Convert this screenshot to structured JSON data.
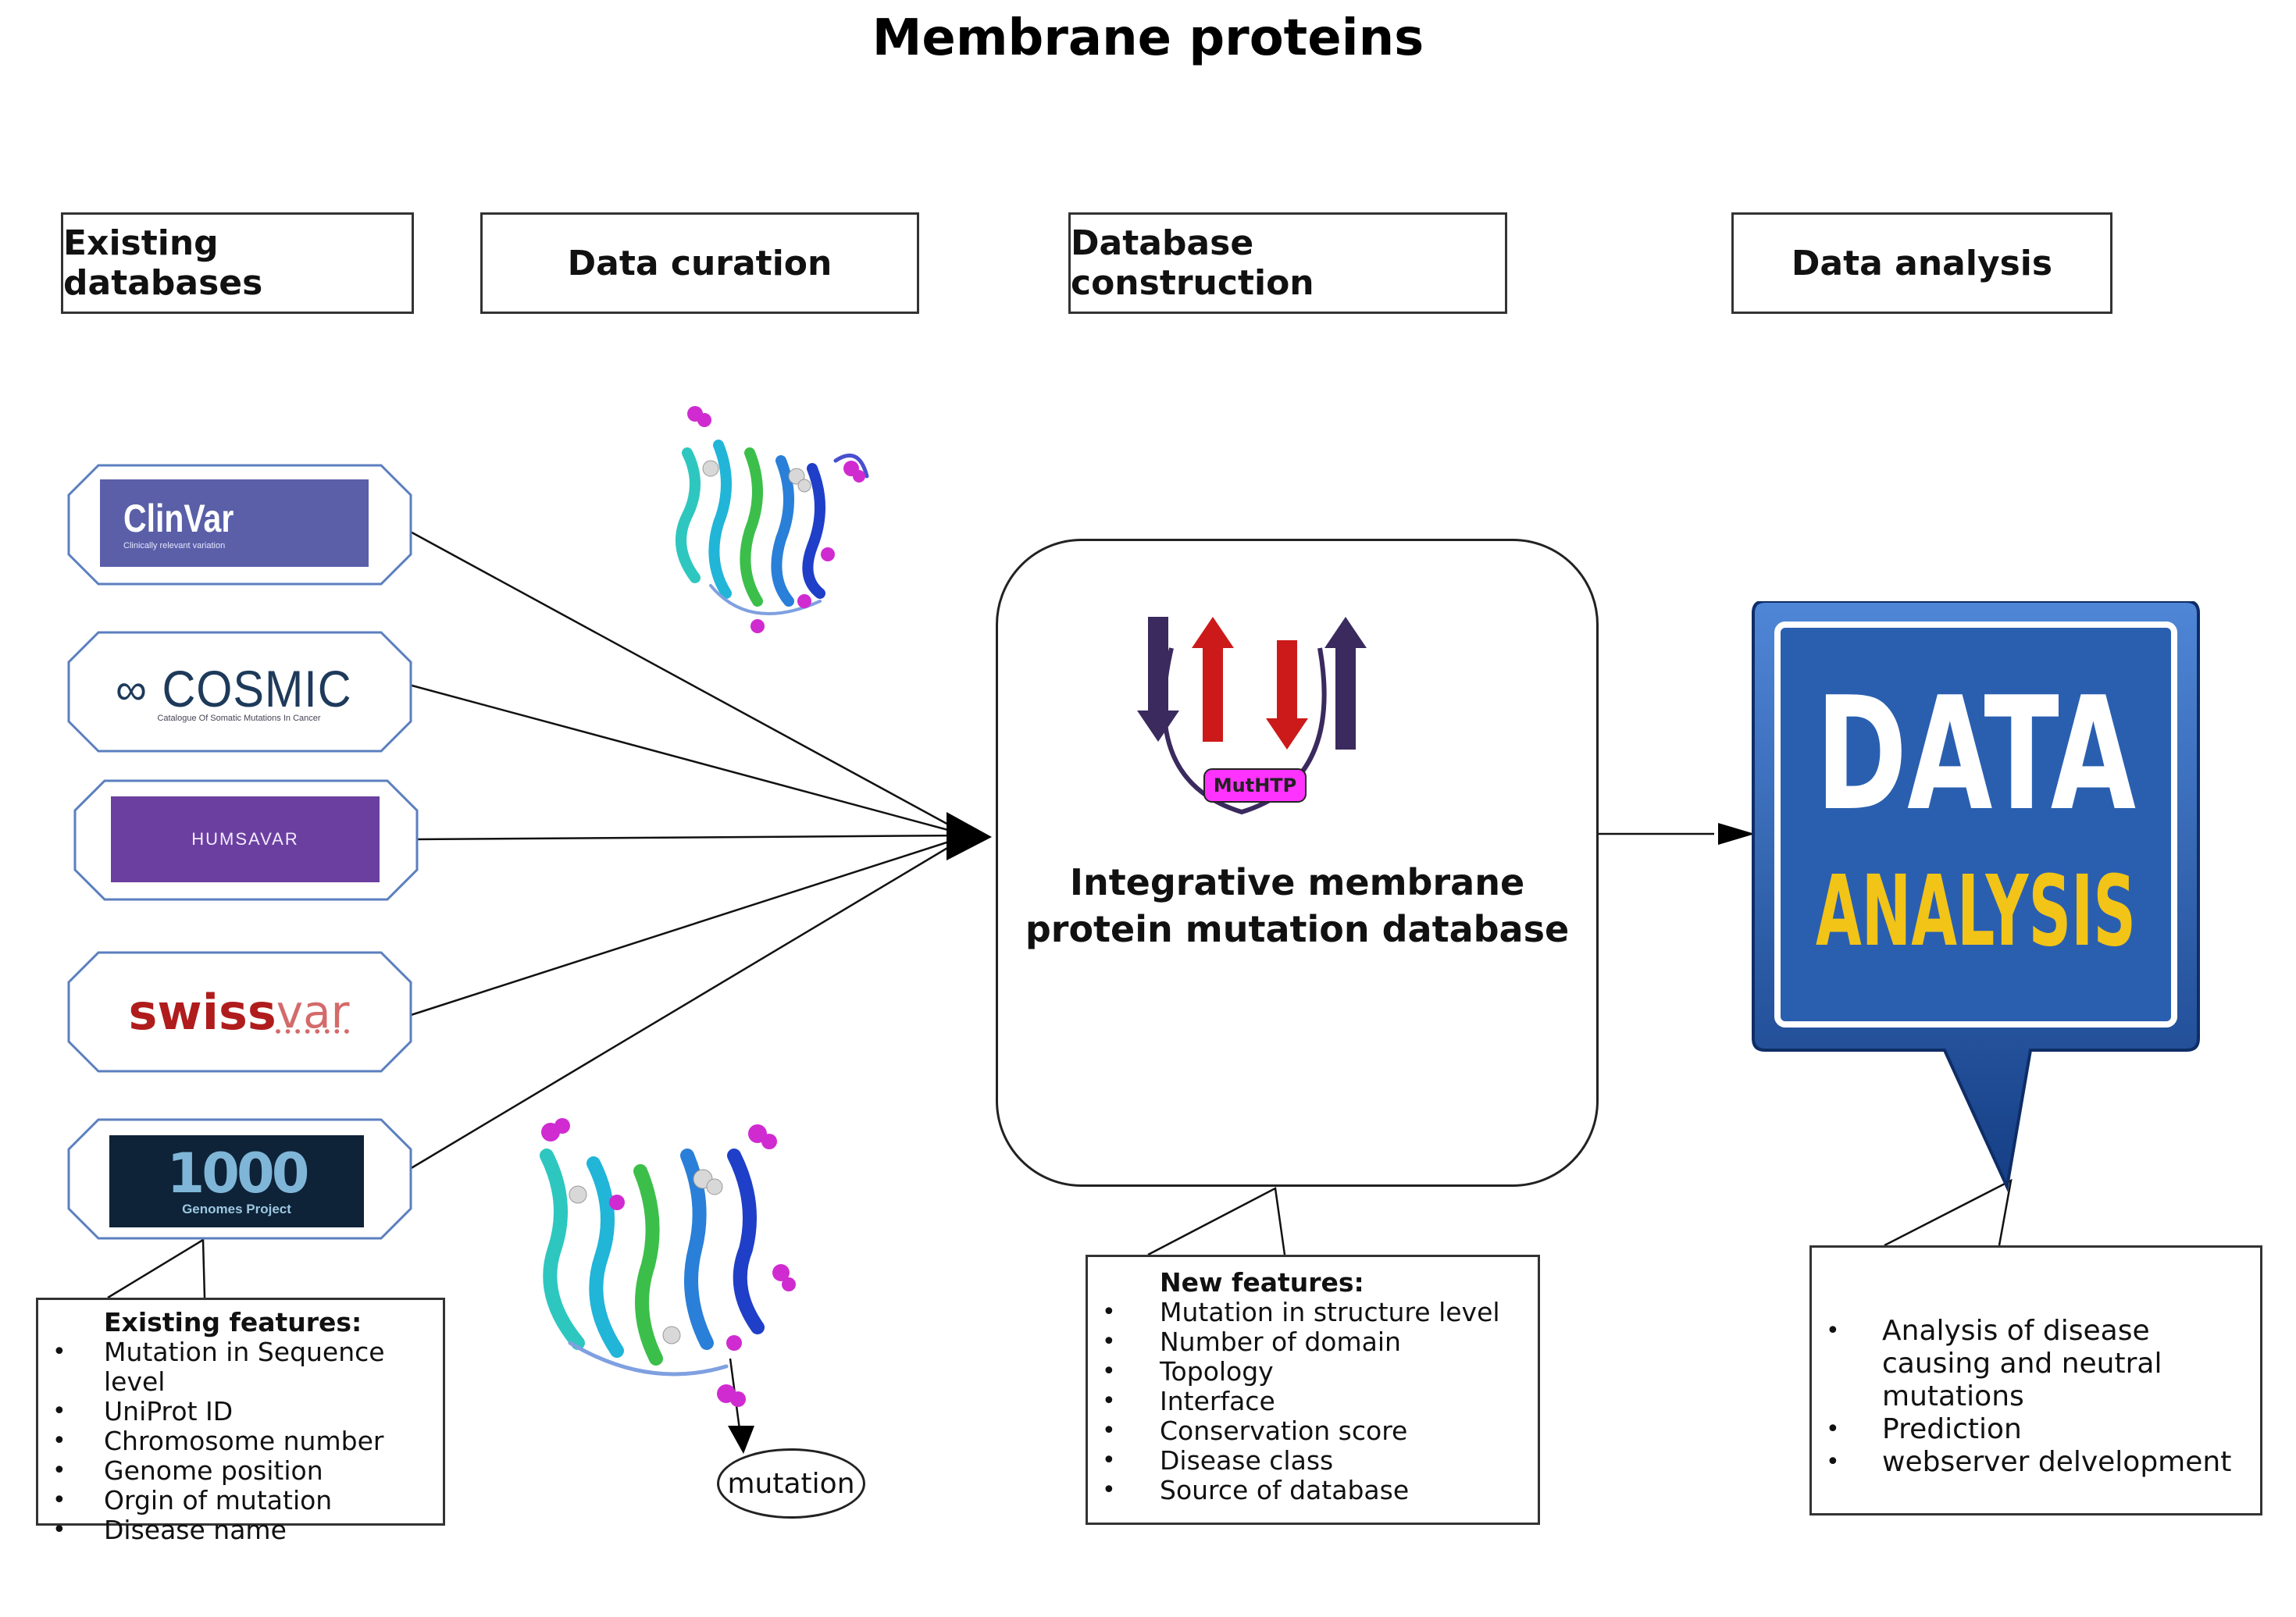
{
  "title": "Membrane proteins",
  "headers": {
    "existing": "Existing databases",
    "curation": "Data curation",
    "construction": "Database construction",
    "analysis": "Data analysis"
  },
  "databases": {
    "clinvar": {
      "name": "ClinVar",
      "tagline": "Clinically relevant variation"
    },
    "cosmic": {
      "name": "COSMIC",
      "tagline": "Catalogue Of Somatic Mutations In Cancer"
    },
    "humsavar": {
      "name": "HUMSAVAR"
    },
    "swissvar": {
      "name_bold": "swiss",
      "name_light": "var"
    },
    "genomes": {
      "name": "1000",
      "tagline": "Genomes Project"
    }
  },
  "existing_features": {
    "heading": "Existing features:",
    "items": [
      "Mutation in Sequence level",
      "UniProt ID",
      "Chromosome number",
      "Genome position",
      "Orgin of mutation",
      "Disease name"
    ]
  },
  "central": {
    "badge": "MutHTP",
    "title_line1": "Integrative membrane",
    "title_line2": "protein mutation database"
  },
  "new_features": {
    "heading": "New features:",
    "items": [
      "Mutation in structure level",
      "Number of domain",
      "Topology",
      "Interface",
      "Conservation score",
      "Disease class",
      "Source of database"
    ]
  },
  "mutation_label": "mutation",
  "data_analysis_graphic": {
    "line1": "DATA",
    "line2": "ANALYSIS"
  },
  "analysis_items": [
    "Analysis of disease causing and neutral mutations",
    "Prediction",
    "webserver delvelopment"
  ],
  "colors": {
    "clinvar_bg": "#5a5fa8",
    "humsavar_bg": "#6b3fa0",
    "swissvar_red": "#b01c1c",
    "badge_magenta": "#ff33ff",
    "arrow_red": "#cc1a1a",
    "arrow_navy": "#3a2a5e",
    "data_blue": "#1f4f9c",
    "analysis_yellow": "#f2c417"
  }
}
